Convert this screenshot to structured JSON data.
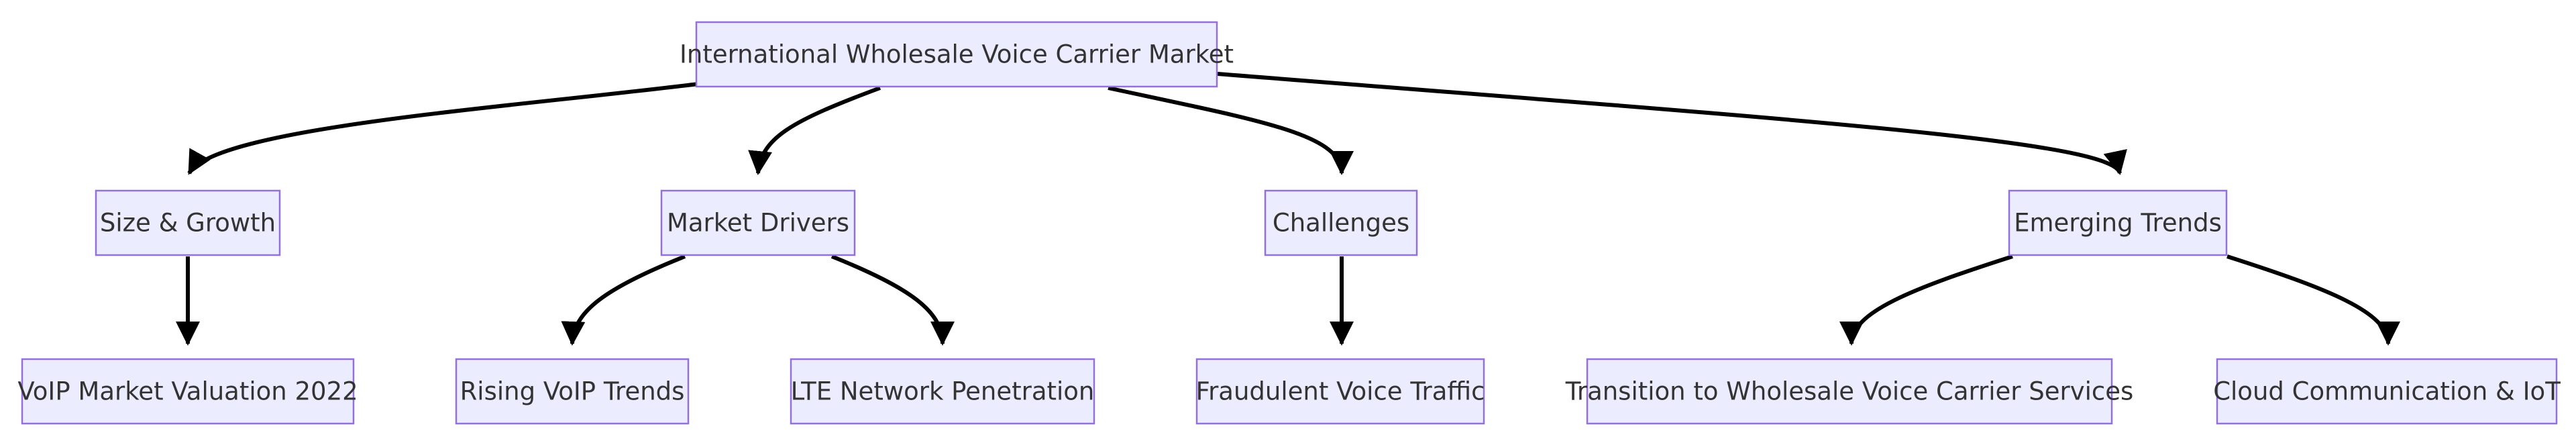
{
  "diagram": {
    "root": {
      "id": "root",
      "label": "International Wholesale Voice Carrier Market"
    },
    "categories": [
      {
        "id": "size",
        "label": "Size & Growth"
      },
      {
        "id": "drivers",
        "label": "Market Drivers"
      },
      {
        "id": "challenges",
        "label": "Challenges"
      },
      {
        "id": "trends",
        "label": "Emerging Trends"
      }
    ],
    "leaves": [
      {
        "id": "voip-valuation",
        "label": "VoIP Market Valuation 2022",
        "parent": "size"
      },
      {
        "id": "rising-voip",
        "label": "Rising VoIP Trends",
        "parent": "drivers"
      },
      {
        "id": "lte",
        "label": "LTE Network Penetration",
        "parent": "drivers"
      },
      {
        "id": "fraud",
        "label": "Fraudulent Voice Traffic",
        "parent": "challenges"
      },
      {
        "id": "transition",
        "label": "Transition to Wholesale Voice Carrier Services",
        "parent": "trends"
      },
      {
        "id": "cloud-iot",
        "label": "Cloud Communication & IoT",
        "parent": "trends"
      }
    ]
  }
}
